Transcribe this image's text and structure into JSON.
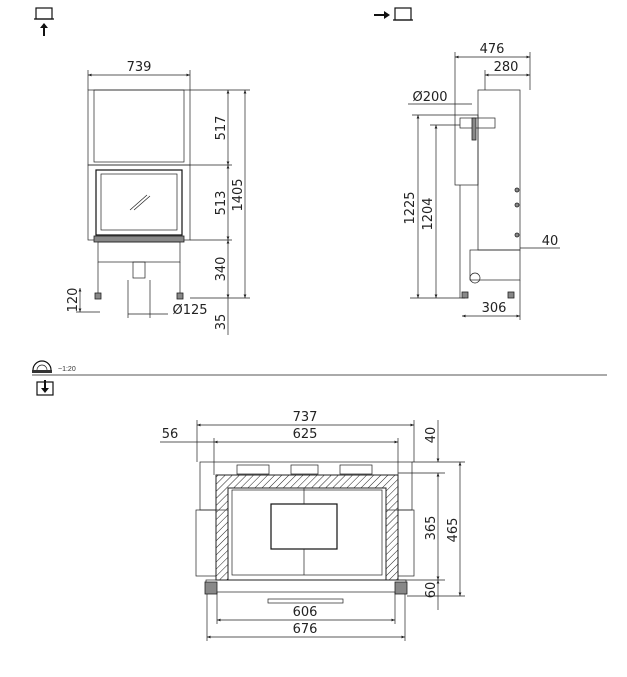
{
  "front_view": {
    "icon": "front-view-arrow-up-icon",
    "dimensions": {
      "width": "739",
      "top_height": "517",
      "door_height": "513",
      "total_height": "1405",
      "base_height": "340",
      "foot_height": "120",
      "flue_diameter": "Ø125",
      "leg_offset": "35"
    }
  },
  "side_view": {
    "icon": "side-view-arrow-right-icon",
    "dimensions": {
      "depth": "476",
      "rear_depth": "280",
      "flue_diameter": "Ø200",
      "height_1": "1225",
      "height_2": "1204",
      "offset": "40",
      "base_depth": "306"
    }
  },
  "scale": {
    "icon": "protractor-scale-icon",
    "label": "~1:20"
  },
  "plan_view": {
    "icon": "top-view-arrow-down-icon",
    "dimensions": {
      "outer_width": "737",
      "inner_width": "625",
      "side_offset": "56",
      "top_offset": "40",
      "depth_inner": "365",
      "depth_total": "465",
      "front_depth": "60",
      "base_inner": "606",
      "base_outer": "676"
    }
  }
}
